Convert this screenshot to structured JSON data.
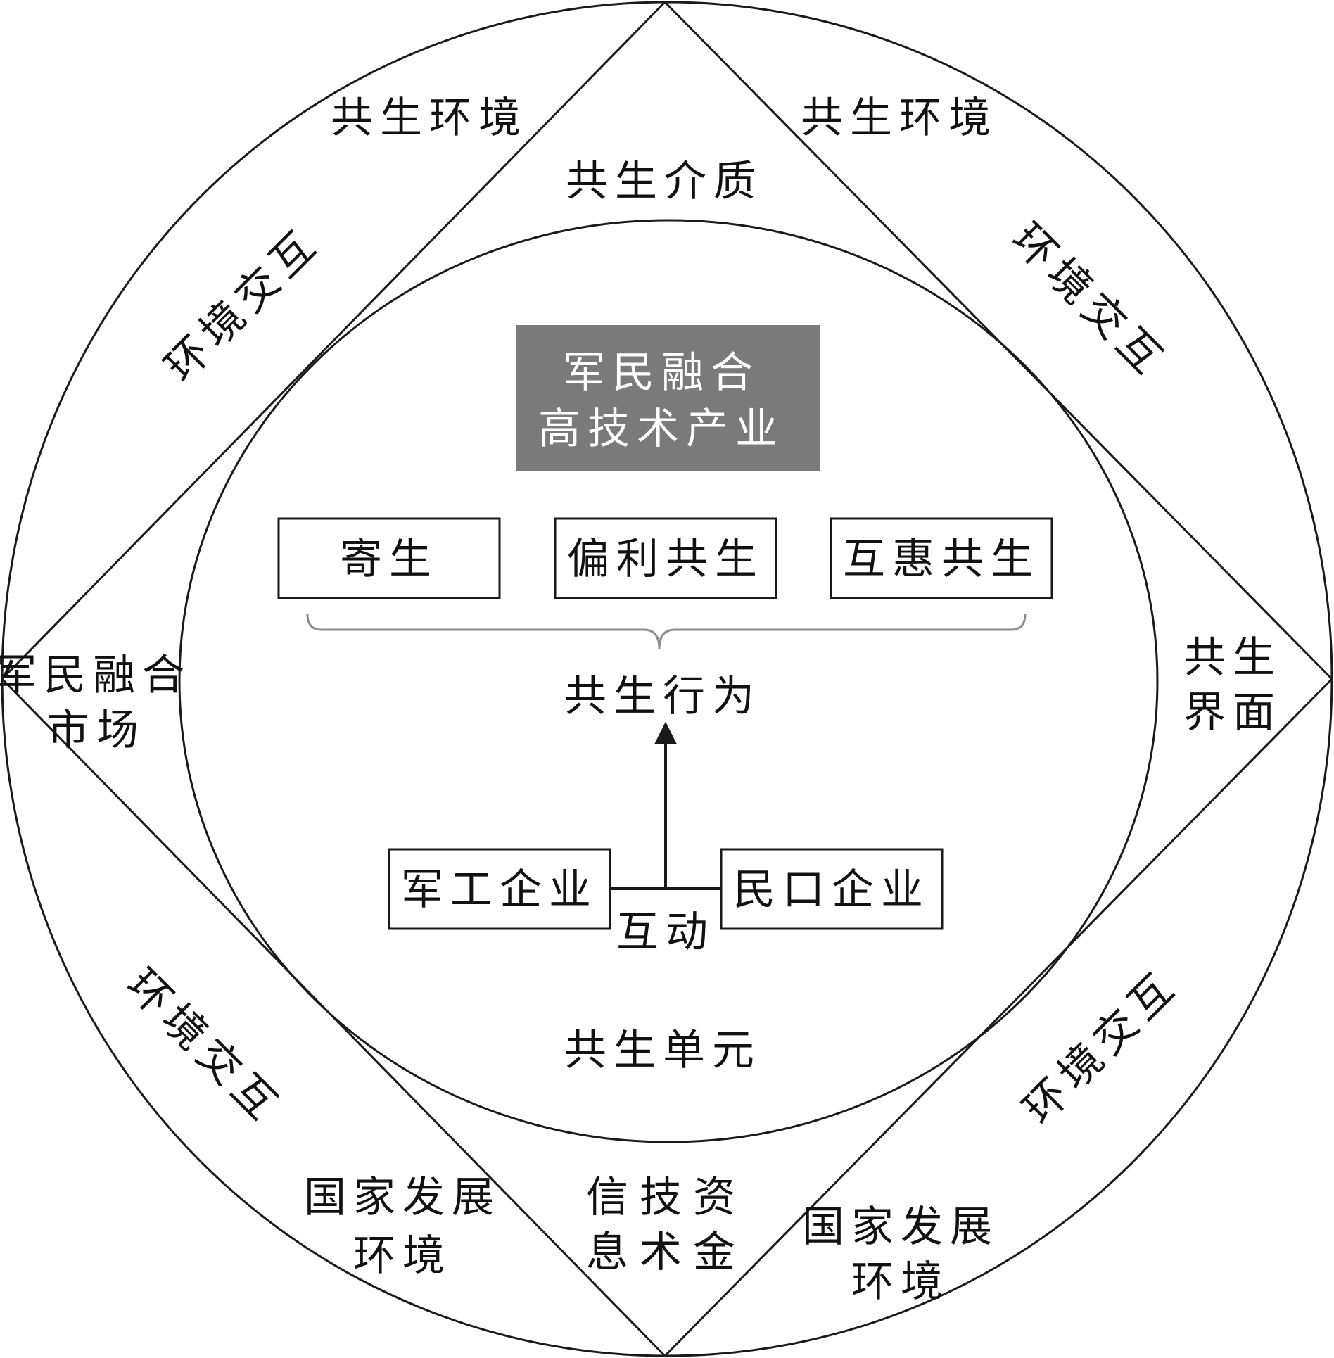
{
  "colors": {
    "line": "#1a1a1a",
    "title_box": "#7a7a7a",
    "title_text": "#ffffff",
    "brace": "#8c8c8c"
  },
  "core": {
    "title_line1": "军民融合",
    "title_line2": "高技术产业",
    "behaviors": [
      "寄生",
      "偏利共生",
      "互惠共生"
    ],
    "behavior_label": "共生行为",
    "unit_left": "军工企业",
    "unit_right": "民口企业",
    "interaction": "互动",
    "unit_label": "共生单元"
  },
  "medium": {
    "top": "共生介质",
    "bottom_col1": [
      "信",
      "息"
    ],
    "bottom_col2": [
      "技",
      "术"
    ],
    "bottom_col3": [
      "资",
      "金"
    ]
  },
  "interface": {
    "left_line1": "军民融合",
    "left_line2": "市场",
    "right_line1": "共生",
    "right_line2": "界面"
  },
  "environment": {
    "top_left": "共生环境",
    "top_right": "共生环境",
    "bottom_left_line1": "国家发展",
    "bottom_left_line2": "环境",
    "bottom_right_line1": "国家发展",
    "bottom_right_line2": "环境",
    "interaction_tl": "环境交互",
    "interaction_tr": "环境交互",
    "interaction_bl": "环境交互",
    "interaction_br": "环境交互"
  }
}
